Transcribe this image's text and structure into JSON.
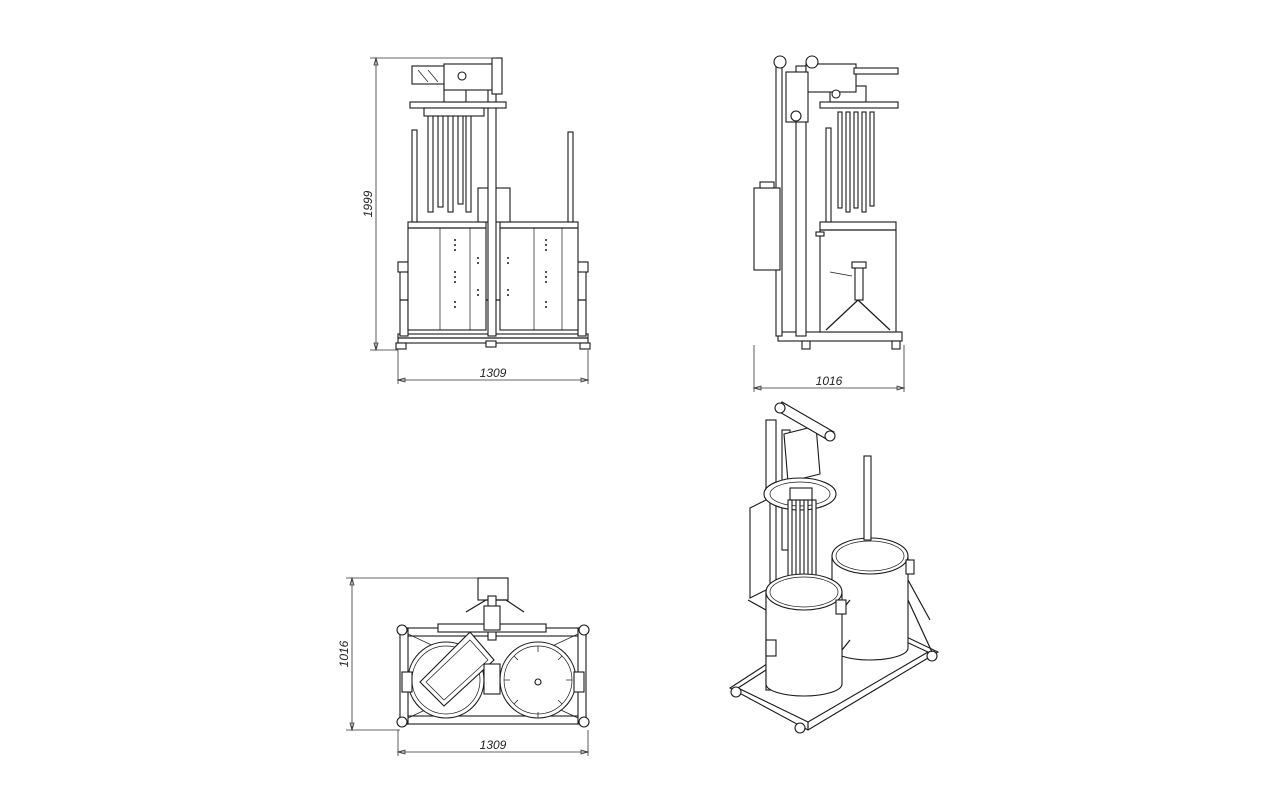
{
  "drawing": {
    "colors": {
      "line": "#1a1a1a",
      "background": "#ffffff"
    },
    "views": {
      "front": {
        "height_label": "1999",
        "width_label": "1309"
      },
      "side": {
        "width_label": "1016"
      },
      "top": {
        "depth_label": "1016",
        "width_label": "1309"
      },
      "isometric": {}
    }
  }
}
